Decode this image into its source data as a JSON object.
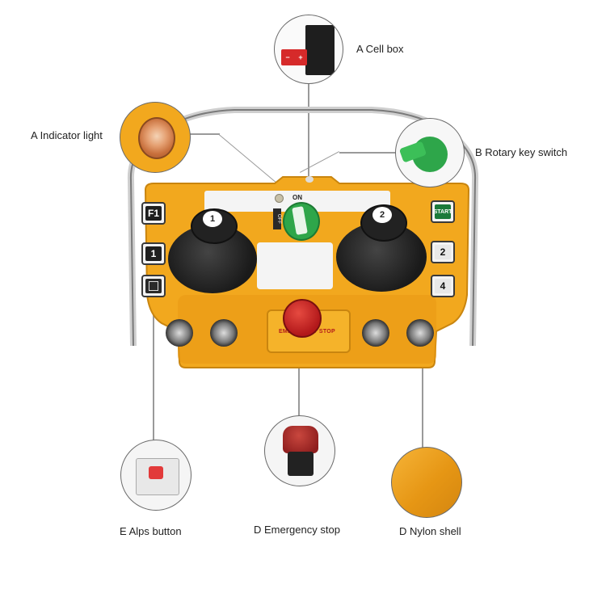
{
  "callouts": {
    "cell_box": "A Cell box",
    "indicator_light": "A Indicator light",
    "rotary_key_switch": "B Rotary key switch",
    "alps_button": "E Alps button",
    "emergency_stop": "D Emergency stop",
    "nylon_shell": "D Nylon shell"
  },
  "device": {
    "left_buttons": [
      "F1",
      "1",
      ""
    ],
    "right_buttons": [
      "START",
      "2",
      "4"
    ],
    "joystick_left": "1",
    "joystick_right": "2",
    "key_on": "ON",
    "key_off": "OFF",
    "emergency_stop_text": "EMERGENCY STOP",
    "cell_box_plus": "+",
    "cell_box_minus": "−"
  },
  "colors": {
    "shell_yellow": "#f2a81e",
    "shell_dark": "#c9850f",
    "stop_red": "#c8201e",
    "key_green": "#2ea64a"
  }
}
